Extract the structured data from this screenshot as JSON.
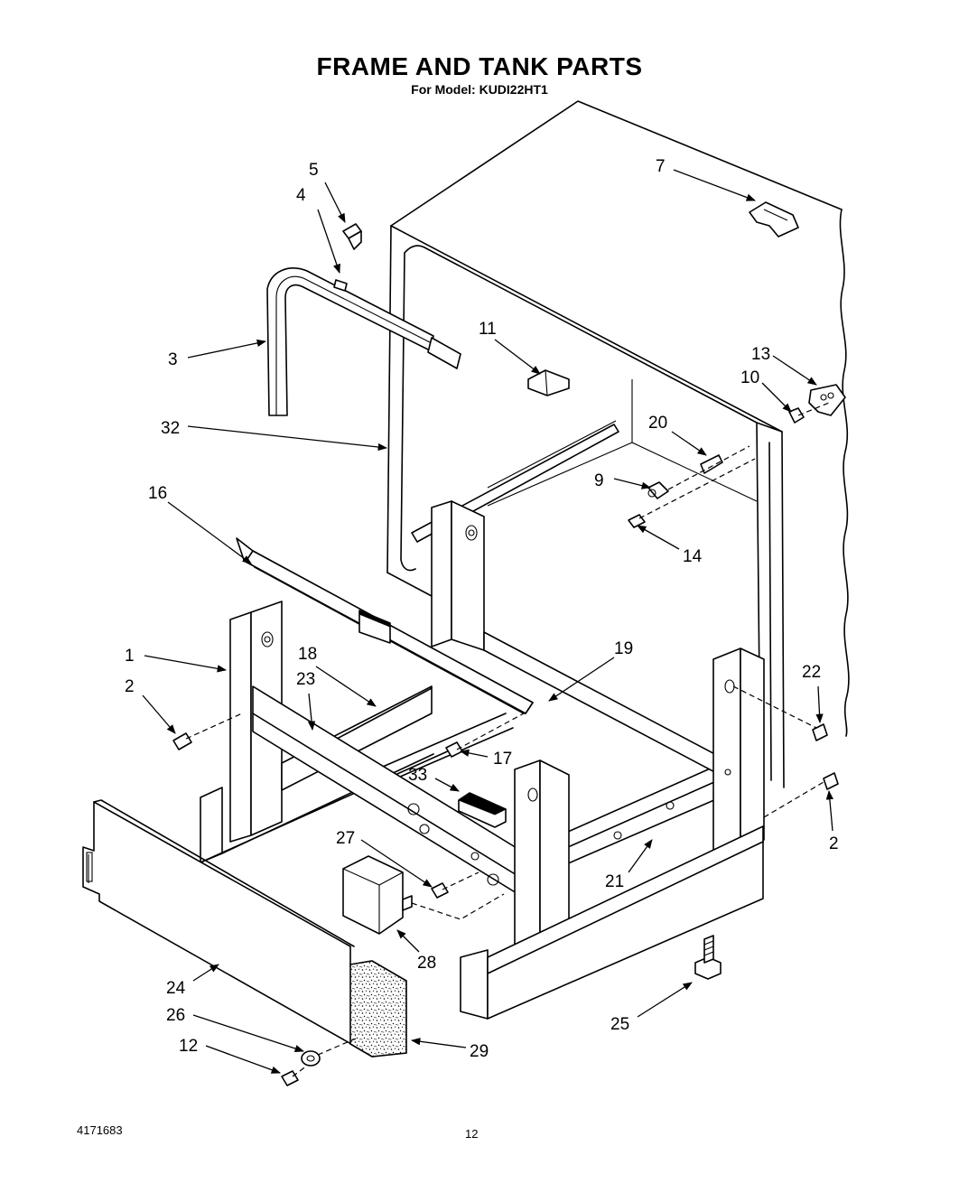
{
  "header": {
    "title": "FRAME AND TANK PARTS",
    "model_line": "For Model: KUDI22HT1"
  },
  "footer": {
    "doc_number": "4171683",
    "page_number": "12"
  },
  "callouts": {
    "c1": "1",
    "c2a": "2",
    "c2b": "2",
    "c3": "3",
    "c4": "4",
    "c5": "5",
    "c7": "7",
    "c9": "9",
    "c10": "10",
    "c11": "11",
    "c12": "12",
    "c13": "13",
    "c14": "14",
    "c16": "16",
    "c17": "17",
    "c18": "18",
    "c19": "19",
    "c20": "20",
    "c21": "21",
    "c22": "22",
    "c23": "23",
    "c24": "24",
    "c25": "25",
    "c26": "26",
    "c27": "27",
    "c28": "28",
    "c29": "29",
    "c32": "32",
    "c33": "33"
  }
}
